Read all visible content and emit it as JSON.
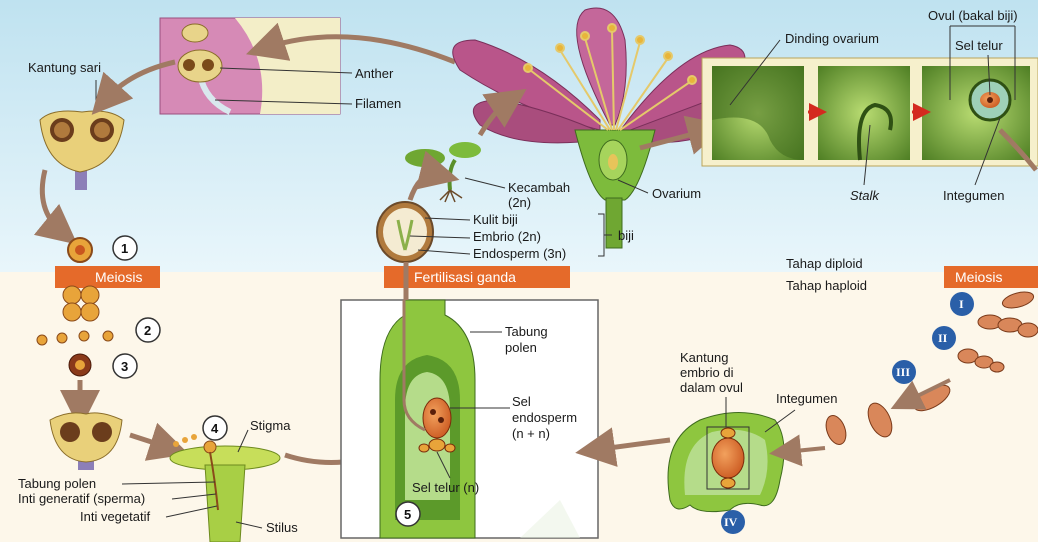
{
  "labels": {
    "kantung_sari": "Kantung sari",
    "anther": "Anther",
    "filamen": "Filamen",
    "dinding_ovarium": "Dinding ovarium",
    "ovul": "Ovul (bakal biji)",
    "sel_telur_top": "Sel telur",
    "stalk": "Stalk",
    "integumen_top": "Integumen",
    "ovarium": "Ovarium",
    "kecambah": "Kecambah",
    "kecambah_ploidy": "(2n)",
    "kulit_biji": "Kulit biji",
    "embrio": "Embrio (2n)",
    "endosperm": "Endosperm (3n)",
    "biji": "biji",
    "tahap_diploid": "Tahap diploid",
    "tahap_haploid": "Tahap haploid",
    "tabung_polen_box_1": "Tabung",
    "tabung_polen_box_2": "polen",
    "sel_endosperm_1": "Sel",
    "sel_endosperm_2": "endosperm",
    "sel_endosperm_3": "(n + n)",
    "sel_telur_n": "Sel telur (n)",
    "kantung_embrio_1": "Kantung",
    "kantung_embrio_2": "embrio di",
    "kantung_embrio_3": "dalam ovul",
    "integumen_bottom": "Integumen",
    "stigma": "Stigma",
    "tabung_polen": "Tabung polen",
    "inti_generatif": "Inti generatif (sperma)",
    "inti_vegetatif": "Inti vegetatif",
    "stilus": "Stilus"
  },
  "bands": {
    "meiosis_left": "Meiosis",
    "fertilisasi": "Fertilisasi ganda",
    "meiosis_right": "Meiosis"
  },
  "steps": [
    "1",
    "2",
    "3",
    "4",
    "5"
  ],
  "roman_steps": [
    "I",
    "II",
    "III",
    "IV"
  ],
  "colors": {
    "sky_top": "#cde8f3",
    "sky_bottom": "#e6f4fa",
    "ground": "#fdf7ea",
    "band_orange": "#e56a2a",
    "arrow_brown": "#a07a63",
    "petal_pink": "#b9558a",
    "roman_blue": "#2a5fa8",
    "panel_green": "#5d8f2d"
  }
}
